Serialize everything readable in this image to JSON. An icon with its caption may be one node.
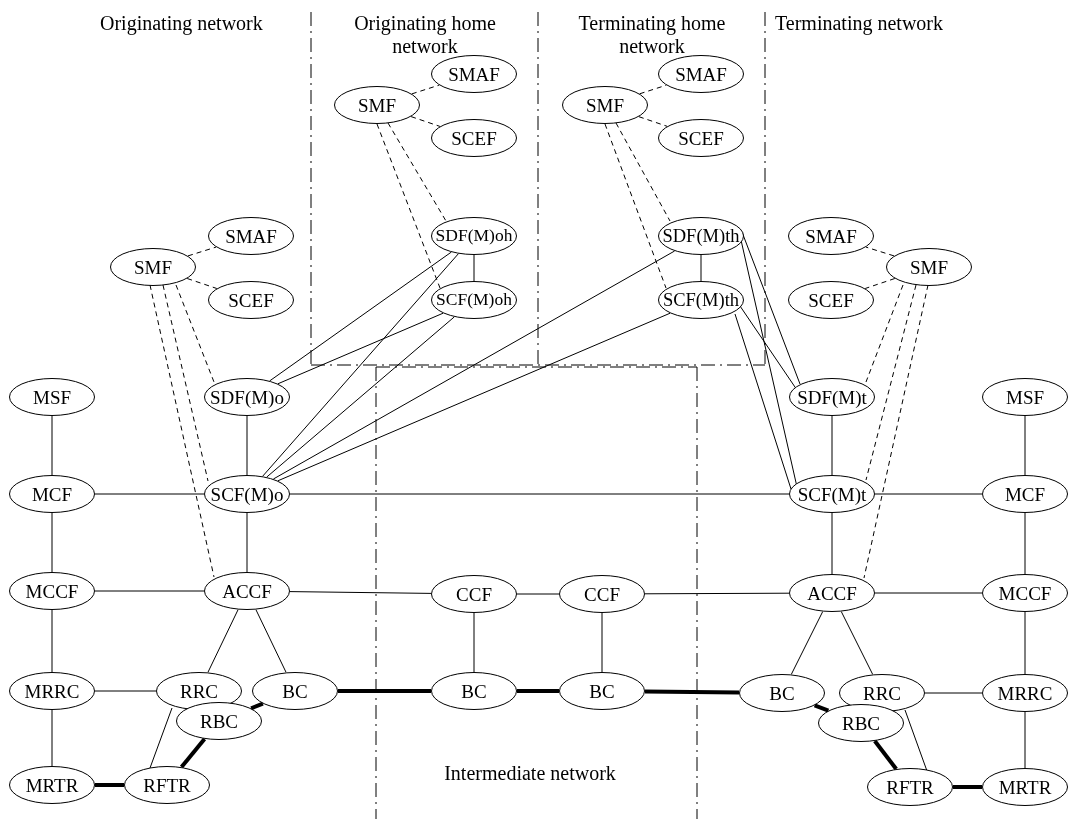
{
  "diagram": {
    "nodes": [
      {
        "text": [
          "SMF"
        ]
      },
      {
        "text": [
          "SMAF"
        ]
      },
      {
        "text": [
          "SCEF"
        ]
      },
      {
        "text": [
          "SMF"
        ]
      },
      {
        "text": [
          "SMAF"
        ]
      },
      {
        "text": [
          "SCEF"
        ]
      },
      {
        "text": [
          "SMF"
        ]
      },
      {
        "text": [
          "SMAF"
        ]
      },
      {
        "text": [
          "SCEF"
        ]
      },
      {
        "text": [
          "SDF(M)oh"
        ]
      },
      {
        "text": [
          "SCF(M)oh"
        ]
      },
      {
        "text": [
          "SDF(M)th"
        ]
      },
      {
        "text": [
          "SCF(M)th"
        ]
      },
      {
        "text": [
          "SMAF"
        ]
      },
      {
        "text": [
          "SCEF"
        ]
      },
      {
        "text": [
          "SMF"
        ]
      },
      {
        "text": [
          "MSF"
        ]
      },
      {
        "text": [
          "SDF(M)o"
        ]
      },
      {
        "text": [
          "SDF(M)t"
        ]
      },
      {
        "text": [
          "MSF"
        ]
      },
      {
        "text": [
          "MCF"
        ]
      },
      {
        "text": [
          "SCF(M)o"
        ]
      },
      {
        "text": [
          "SCF(M)t"
        ]
      },
      {
        "text": [
          "MCF"
        ]
      },
      {
        "text": [
          "MCCF"
        ]
      },
      {
        "text": [
          "ACCF"
        ]
      },
      {
        "text": [
          "CCF"
        ]
      },
      {
        "text": [
          "CCF"
        ]
      },
      {
        "text": [
          "ACCF"
        ]
      },
      {
        "text": [
          "MCCF"
        ]
      },
      {
        "text": [
          "MRRC"
        ]
      },
      {
        "text": [
          "RRC"
        ]
      },
      {
        "text": [
          "BC"
        ]
      },
      {
        "text": [
          "BC"
        ]
      },
      {
        "text": [
          "BC"
        ]
      },
      {
        "text": [
          "BC"
        ]
      },
      {
        "text": [
          "RRC"
        ]
      },
      {
        "text": [
          "MRRC"
        ]
      },
      {
        "text": [
          "RBC"
        ]
      },
      {
        "text": [
          "RBC"
        ]
      },
      {
        "text": [
          "MRTR"
        ]
      },
      {
        "text": [
          "RFTR"
        ]
      },
      {
        "text": [
          "RFTR"
        ]
      },
      {
        "text": [
          "MRTR"
        ]
      }
    ],
    "edges": [
      {
        "from": 0,
        "to": 1,
        "arrow": "none",
        "style": "dashed"
      },
      {
        "from": 0,
        "to": 2,
        "arrow": "none",
        "style": "dashed"
      },
      {
        "from": 0,
        "to": 9,
        "arrow": "none",
        "style": "dashed"
      },
      {
        "from": 0,
        "to": 10,
        "arrow": "none",
        "style": "dashed"
      },
      {
        "from": 3,
        "to": 4,
        "arrow": "none",
        "style": "dashed"
      },
      {
        "from": 3,
        "to": 5,
        "arrow": "none",
        "style": "dashed"
      },
      {
        "from": 3,
        "to": 11,
        "arrow": "none",
        "style": "dashed"
      },
      {
        "from": 3,
        "to": 12,
        "arrow": "none",
        "style": "dashed"
      },
      {
        "from": 6,
        "to": 7,
        "arrow": "none",
        "style": "dashed"
      },
      {
        "from": 6,
        "to": 8,
        "arrow": "none",
        "style": "dashed"
      },
      {
        "from": 6,
        "to": 17,
        "arrow": "none",
        "style": "dashed"
      },
      {
        "from": 6,
        "to": 21,
        "arrow": "none",
        "style": "dashed"
      },
      {
        "from": 6,
        "to": 25,
        "arrow": "none",
        "style": "dashed"
      },
      {
        "from": 15,
        "to": 13,
        "arrow": "none",
        "style": "dashed"
      },
      {
        "from": 15,
        "to": 14,
        "arrow": "none",
        "style": "dashed"
      },
      {
        "from": 15,
        "to": 18,
        "arrow": "none",
        "style": "dashed"
      },
      {
        "from": 15,
        "to": 22,
        "arrow": "none",
        "style": "dashed"
      },
      {
        "from": 15,
        "to": 28,
        "arrow": "none",
        "style": "dashed"
      },
      {
        "from": 9,
        "to": 10,
        "arrow": "none"
      },
      {
        "from": 11,
        "to": 12,
        "arrow": "none"
      },
      {
        "from": 17,
        "to": 9,
        "arrow": "none"
      },
      {
        "from": 17,
        "to": 10,
        "arrow": "none"
      },
      {
        "from": 21,
        "to": 9,
        "arrow": "none"
      },
      {
        "from": 21,
        "to": 10,
        "arrow": "none"
      },
      {
        "from": 21,
        "to": 11,
        "arrow": "none"
      },
      {
        "from": 21,
        "to": 12,
        "arrow": "none"
      },
      {
        "from": 11,
        "to": 18,
        "arrow": "none"
      },
      {
        "from": 11,
        "to": 22,
        "arrow": "none"
      },
      {
        "from": 12,
        "to": 18,
        "arrow": "none"
      },
      {
        "from": 12,
        "to": 22,
        "arrow": "none"
      },
      {
        "from": 16,
        "to": 20,
        "arrow": "none"
      },
      {
        "from": 17,
        "to": 21,
        "arrow": "none"
      },
      {
        "from": 18,
        "to": 22,
        "arrow": "none"
      },
      {
        "from": 19,
        "to": 23,
        "arrow": "none"
      },
      {
        "from": 20,
        "to": 21,
        "arrow": "none"
      },
      {
        "from": 21,
        "to": 22,
        "arrow": "none"
      },
      {
        "from": 22,
        "to": 23,
        "arrow": "none"
      },
      {
        "from": 20,
        "to": 24,
        "arrow": "none"
      },
      {
        "from": 21,
        "to": 25,
        "arrow": "none"
      },
      {
        "from": 22,
        "to": 28,
        "arrow": "none"
      },
      {
        "from": 23,
        "to": 29,
        "arrow": "none"
      },
      {
        "from": 24,
        "to": 25,
        "arrow": "none"
      },
      {
        "from": 25,
        "to": 26,
        "arrow": "none"
      },
      {
        "from": 26,
        "to": 27,
        "arrow": "none"
      },
      {
        "from": 27,
        "to": 28,
        "arrow": "none"
      },
      {
        "from": 28,
        "to": 29,
        "arrow": "none"
      },
      {
        "from": 24,
        "to": 30,
        "arrow": "none"
      },
      {
        "from": 29,
        "to": 37,
        "arrow": "none"
      },
      {
        "from": 25,
        "to": 31,
        "arrow": "none"
      },
      {
        "from": 25,
        "to": 32,
        "arrow": "none"
      },
      {
        "from": 26,
        "to": 33,
        "arrow": "none"
      },
      {
        "from": 27,
        "to": 34,
        "arrow": "none"
      },
      {
        "from": 28,
        "to": 35,
        "arrow": "none"
      },
      {
        "from": 28,
        "to": 36,
        "arrow": "none"
      },
      {
        "from": 30,
        "to": 31,
        "arrow": "none"
      },
      {
        "from": 36,
        "to": 37,
        "arrow": "none"
      },
      {
        "from": 30,
        "to": 40,
        "arrow": "none"
      },
      {
        "from": 37,
        "to": 43,
        "arrow": "none"
      },
      {
        "from": 31,
        "to": 41,
        "arrow": "none"
      },
      {
        "from": 36,
        "to": 42,
        "arrow": "none"
      },
      {
        "from": 32,
        "to": 33,
        "arrow": "none",
        "style": "thick"
      },
      {
        "from": 33,
        "to": 34,
        "arrow": "none",
        "style": "thick"
      },
      {
        "from": 34,
        "to": 35,
        "arrow": "none",
        "style": "thick"
      },
      {
        "from": 32,
        "to": 38,
        "arrow": "none",
        "style": "thick"
      },
      {
        "from": 38,
        "to": 41,
        "arrow": "none",
        "style": "thick"
      },
      {
        "from": 40,
        "to": 41,
        "arrow": "none",
        "style": "thick"
      },
      {
        "from": 35,
        "to": 39,
        "arrow": "none",
        "style": "thick"
      },
      {
        "from": 39,
        "to": 42,
        "arrow": "none",
        "style": "thick"
      },
      {
        "from": 42,
        "to": 43,
        "arrow": "none",
        "style": "thick"
      }
    ],
    "labels": [
      "Originating network",
      "Originating home network",
      "Terminating home network",
      "Terminating network",
      "Intermediate network"
    ]
  }
}
